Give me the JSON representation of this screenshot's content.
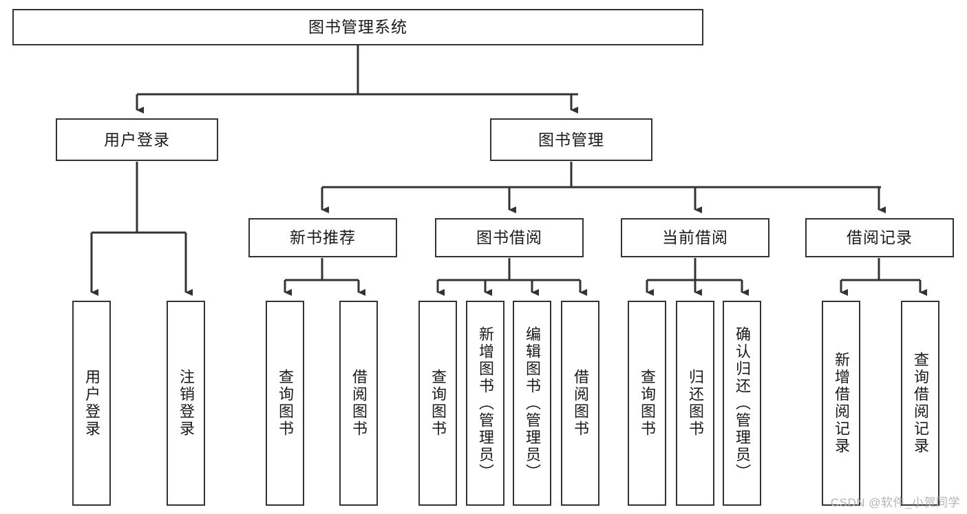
{
  "diagram": {
    "type": "tree-hierarchy-chart",
    "title": "图书管理系统",
    "background_color": "#ffffff",
    "line_color": "#333333",
    "box_fill": "#ffffff",
    "text_color": "#1a1a1a"
  },
  "nodes": {
    "root": {
      "label": "图书管理系统",
      "level": 1,
      "orientation": "horizontal"
    },
    "level2": [
      {
        "id": "user-login",
        "label": "用户登录",
        "orientation": "horizontal"
      },
      {
        "id": "book-manage",
        "label": "图书管理",
        "orientation": "horizontal"
      }
    ],
    "level3": [
      {
        "id": "new-book-rec",
        "label": "新书推荐",
        "orientation": "horizontal",
        "parent": "book-manage"
      },
      {
        "id": "book-borrow",
        "label": "图书借阅",
        "orientation": "horizontal",
        "parent": "book-manage"
      },
      {
        "id": "current-borrow",
        "label": "当前借阅",
        "orientation": "horizontal",
        "parent": "book-manage"
      },
      {
        "id": "borrow-record",
        "label": "借阅记录",
        "orientation": "horizontal",
        "parent": "book-manage"
      }
    ],
    "leaves": [
      {
        "id": "leaf-user-login",
        "label": "用户登录",
        "orientation": "vertical",
        "parent": "user-login"
      },
      {
        "id": "leaf-user-logout",
        "label": "注销登录",
        "orientation": "vertical",
        "parent": "user-login"
      },
      {
        "id": "leaf-query-book-1",
        "label": "查询图书",
        "orientation": "vertical",
        "parent": "new-book-rec"
      },
      {
        "id": "leaf-borrow-book-1",
        "label": "借阅图书",
        "orientation": "vertical",
        "parent": "new-book-rec"
      },
      {
        "id": "leaf-query-book-2",
        "label": "查询图书",
        "orientation": "vertical",
        "parent": "book-borrow"
      },
      {
        "id": "leaf-add-book",
        "label": "新增图书（管理员）",
        "orientation": "vertical",
        "parent": "book-borrow"
      },
      {
        "id": "leaf-edit-book",
        "label": "编辑图书（管理员）",
        "orientation": "vertical",
        "parent": "book-borrow"
      },
      {
        "id": "leaf-borrow-book-2",
        "label": "借阅图书",
        "orientation": "vertical",
        "parent": "book-borrow"
      },
      {
        "id": "leaf-query-book-3",
        "label": "查询图书",
        "orientation": "vertical",
        "parent": "current-borrow"
      },
      {
        "id": "leaf-return-book",
        "label": "归还图书",
        "orientation": "vertical",
        "parent": "current-borrow"
      },
      {
        "id": "leaf-confirm-return",
        "label": "确认归还（管理员）",
        "orientation": "vertical",
        "parent": "current-borrow"
      },
      {
        "id": "leaf-add-record",
        "label": "新增借阅记录",
        "orientation": "vertical",
        "parent": "borrow-record"
      },
      {
        "id": "leaf-query-record",
        "label": "查询借阅记录",
        "orientation": "vertical",
        "parent": "borrow-record"
      }
    ]
  },
  "watermark": {
    "text": "CSDN @软件_小贺同学",
    "color": "#b4b4b4"
  }
}
